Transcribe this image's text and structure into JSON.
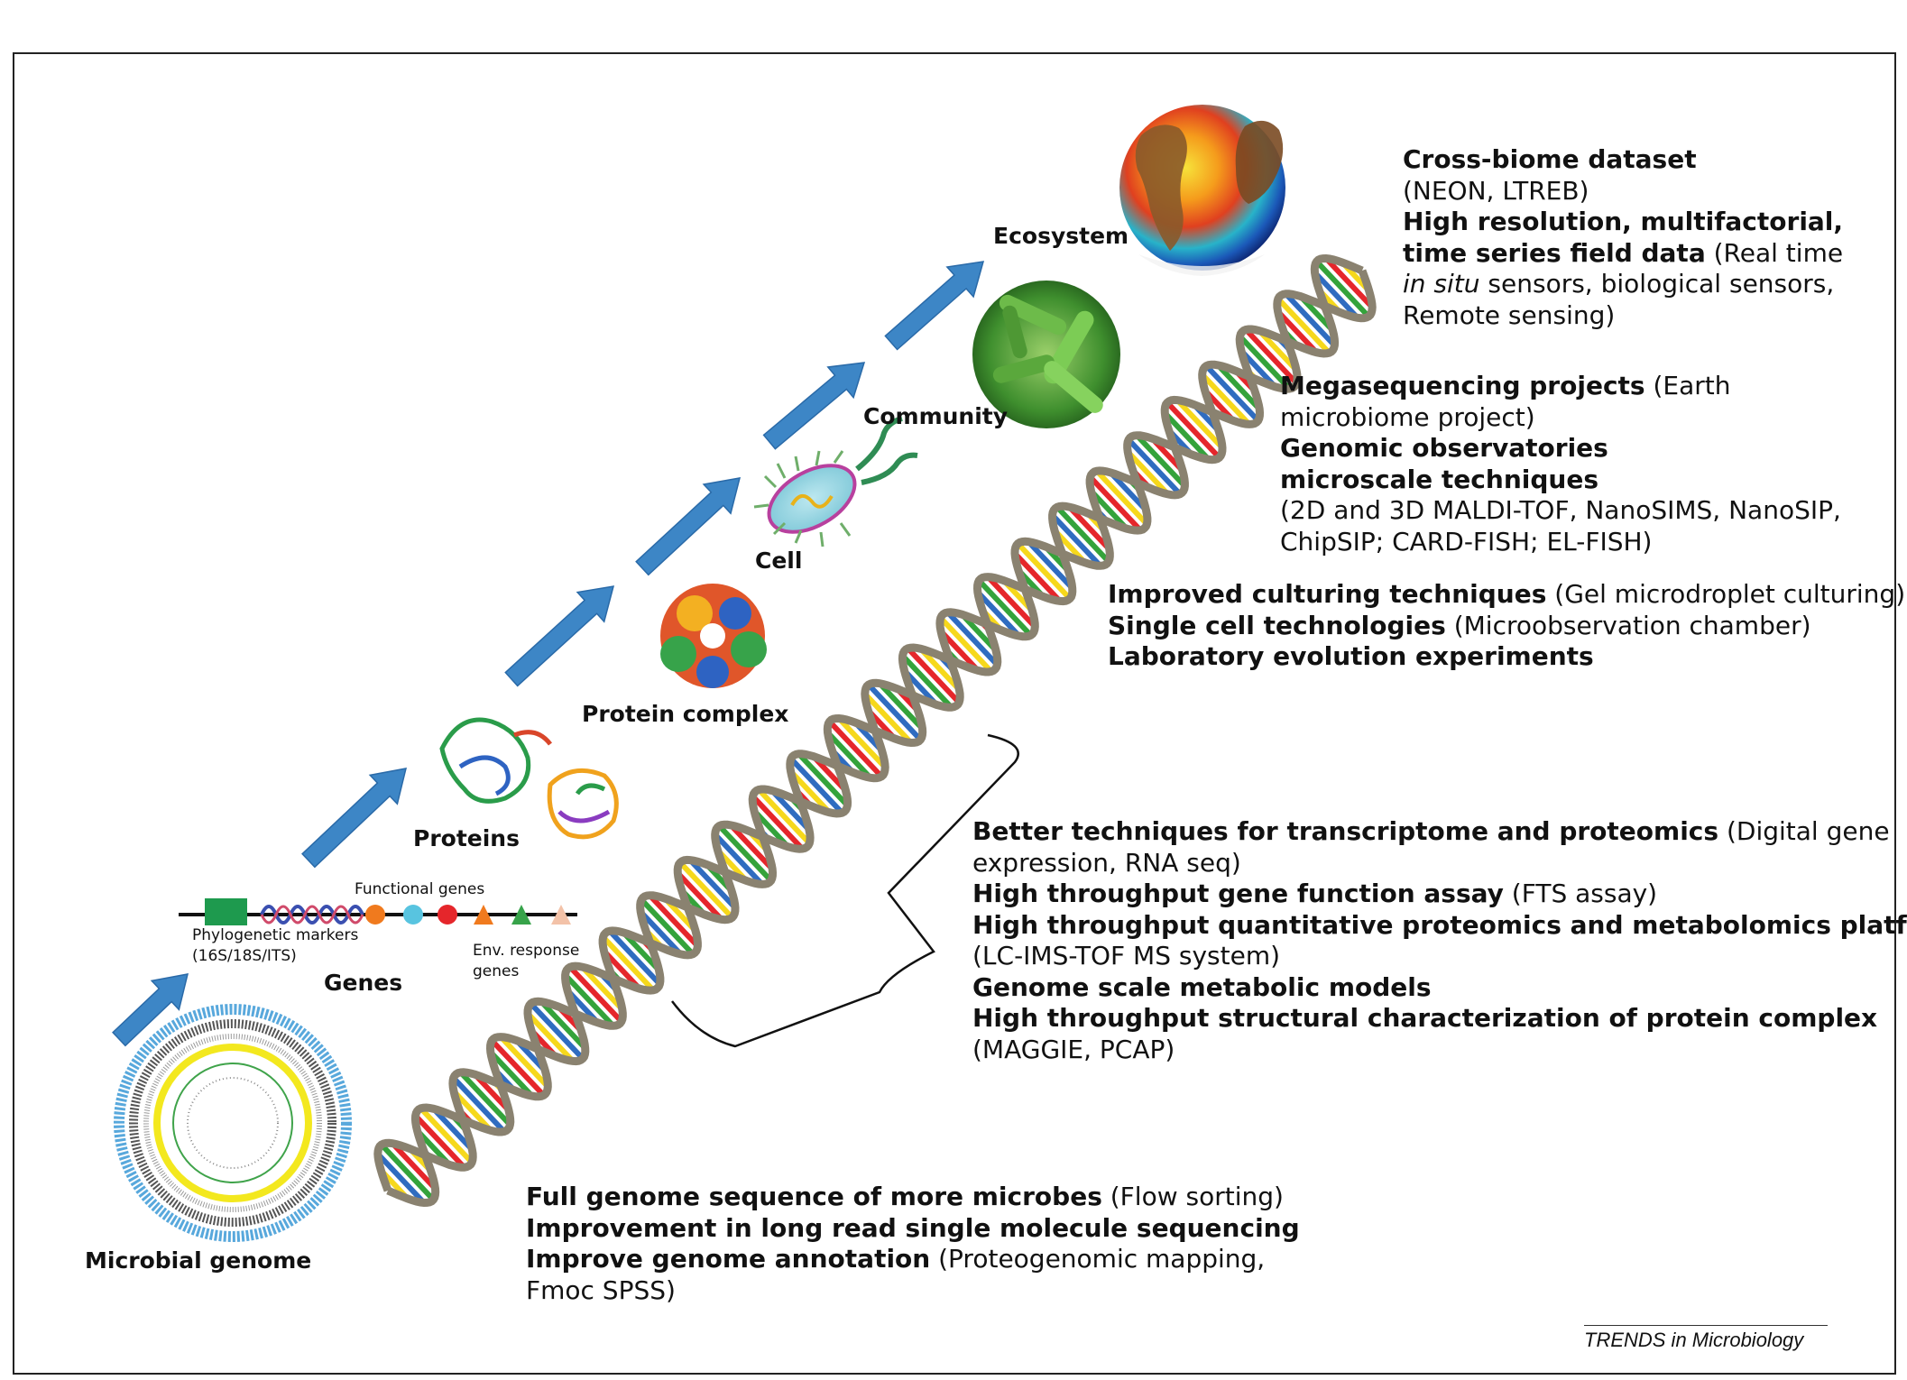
{
  "labels": {
    "microbial_genome": "Microbial genome",
    "genes": "Genes",
    "proteins": "Proteins",
    "protein_complex": "Protein complex",
    "cell": "Cell",
    "community": "Community",
    "ecosystem": "Ecosystem",
    "functional_genes": "Functional genes",
    "phylo_markers_line1": "Phylogenetic markers",
    "phylo_markers_line2": "(16S/18S/ITS)",
    "env_response_line1": "Env. response",
    "env_response_line2": "genes"
  },
  "blocks": {
    "ecosystem": [
      [
        {
          "b": "Cross-biome dataset"
        }
      ],
      [
        {
          "t": "(NEON, LTREB)"
        }
      ],
      [
        {
          "b": "High resolution, multifactorial,"
        }
      ],
      [
        {
          "b": "time series field data"
        },
        {
          "t": " (Real time"
        }
      ],
      [
        {
          "i": "in situ"
        },
        {
          "t": " sensors, biological sensors,"
        }
      ],
      [
        {
          "t": "Remote sensing)"
        }
      ]
    ],
    "community": [
      [
        {
          "b": "Megasequencing projects"
        },
        {
          "t": " (Earth"
        }
      ],
      [
        {
          "t": "microbiome project)"
        }
      ],
      [
        {
          "b": "Genomic observatories"
        }
      ],
      [
        {
          "b": "microscale techniques"
        }
      ],
      [
        {
          "t": "(2D and 3D MALDI-TOF, NanoSIMS, NanoSIP,"
        }
      ],
      [
        {
          "t": "ChipSIP; CARD-FISH; EL-FISH)"
        }
      ]
    ],
    "cell": [
      [
        {
          "b": "Improved culturing techniques"
        },
        {
          "t": " (Gel microdroplet culturing)"
        }
      ],
      [
        {
          "b": "Single cell technologies"
        },
        {
          "t": " (Microobservation chamber)"
        }
      ],
      [
        {
          "b": "Laboratory evolution experiments"
        }
      ]
    ],
    "proteomics": [
      [
        {
          "b": "Better techniques for transcriptome and proteomics"
        },
        {
          "t": " (Digital gene"
        }
      ],
      [
        {
          "t": "expression, RNA seq)"
        }
      ],
      [
        {
          "b": "High throughput gene function assay"
        },
        {
          "t": " (FTS assay)"
        }
      ],
      [
        {
          "b": "High throughput quantitative proteomics and metabolomics platforms"
        }
      ],
      [
        {
          "t": "(LC-IMS-TOF MS system)"
        }
      ],
      [
        {
          "b": "Genome scale metabolic models"
        }
      ],
      [
        {
          "b": "High throughput structural characterization of protein complex"
        }
      ],
      [
        {
          "t": "(MAGGIE, PCAP)"
        }
      ]
    ],
    "genome": [
      [
        {
          "b": "Full genome sequence of more microbes"
        },
        {
          "t": " (Flow sorting)"
        }
      ],
      [
        {
          "b": "Improvement in long read single molecule sequencing"
        }
      ],
      [
        {
          "b": "Improve genome annotation"
        },
        {
          "t": " (Proteogenomic mapping,"
        }
      ],
      [
        {
          "t": "Fmoc SPSS)"
        }
      ]
    ]
  },
  "footer": "TRENDS in Microbiology",
  "colors": {
    "arrow": "#3d86c6",
    "dna_backbone": "#8a8270",
    "rungs": [
      "#e5262b",
      "#f6d81c",
      "#2f6cc0",
      "#34a33b"
    ]
  },
  "icons": [
    "globe-icon",
    "bacteria-community-icon",
    "cell-icon",
    "protein-complex-icon",
    "protein-structure-icon",
    "gene-map-icon",
    "genome-circle-icon",
    "dna-helix-icon"
  ]
}
